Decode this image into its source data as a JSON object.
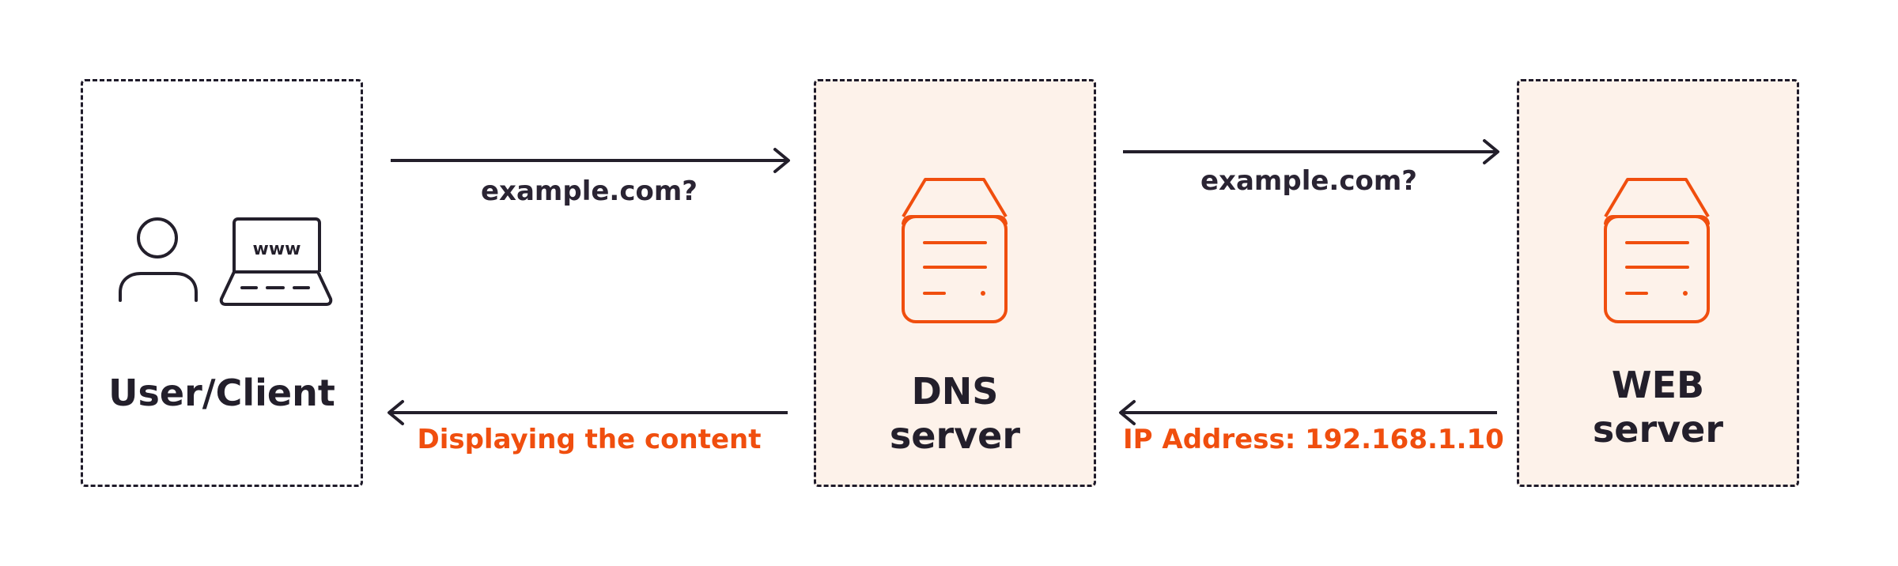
{
  "colors": {
    "dark": "#231f2b",
    "accent": "#f04e0e",
    "server_fill": "#fdf2ea"
  },
  "nodes": {
    "client": {
      "label": "User/Client",
      "icons": [
        "user-icon",
        "laptop-icon"
      ],
      "laptop_text": "www"
    },
    "dns": {
      "label_line1": "DNS",
      "label_line2": "server",
      "icon": "server-icon"
    },
    "web": {
      "label_line1": "WEB",
      "label_line2": "server",
      "icon": "server-icon"
    }
  },
  "edges": {
    "client_to_dns": "example.com?",
    "dns_to_web": "example.com?",
    "web_to_dns": "IP Address: 192.168.1.10",
    "dns_to_client": "Displaying the content"
  }
}
